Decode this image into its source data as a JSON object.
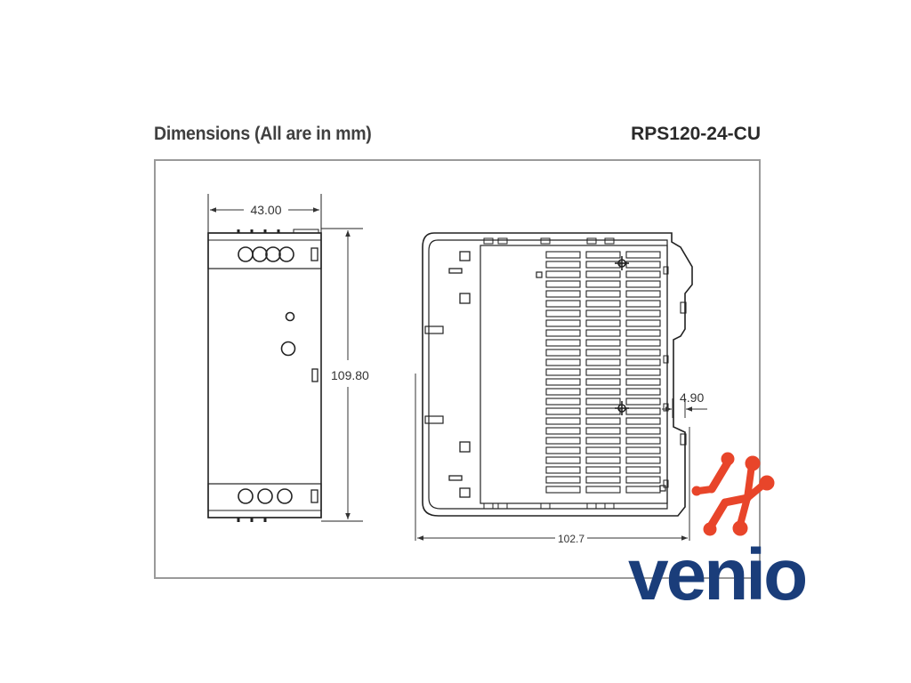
{
  "header": {
    "title": "Dimensions (All are in mm)",
    "model": "RPS120-24-CU"
  },
  "dimensions": {
    "front_width": "43.00",
    "front_height": "109.80",
    "side_depth": "102.7",
    "rail_offset": "4.90"
  },
  "logo": {
    "text": "venio",
    "icon": "venio-mark-icon",
    "text_color": "#1a3d7a",
    "mark_color": "#e8452a"
  }
}
